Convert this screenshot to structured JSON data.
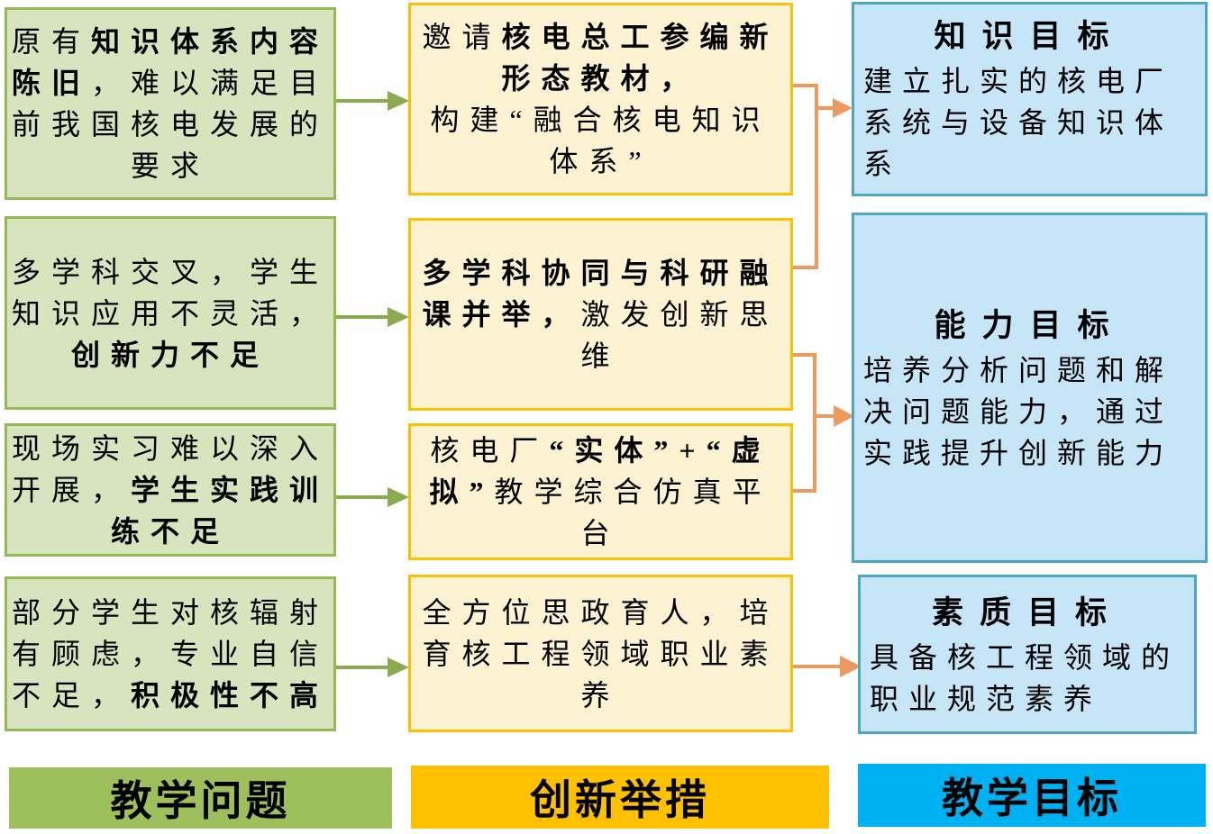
{
  "colors": {
    "green_fill": "#d8e4bd",
    "green_border": "#95b954",
    "green_arrow": "#8cab50",
    "yellow_fill": "#fdf3d2",
    "yellow_border": "#fdc101",
    "blue_fill": "#c6e6f8",
    "blue_border": "#4da7c4",
    "orange_arrow": "#ed9a60",
    "label_green_bg": "#9dc05c",
    "label_gold_bg": "#fdc101",
    "label_blue_bg": "#00b1f1",
    "text_color": "#000000"
  },
  "labels": {
    "problems": "教学问题",
    "measures": "创新举措",
    "objectives": "教学目标"
  },
  "problems": [
    {
      "segments": [
        {
          "t": "原有"
        },
        {
          "t": "知识体系内容陈旧"
        },
        {
          "t": "，难以满足目前我国核电发展的要求"
        }
      ]
    },
    {
      "segments": [
        {
          "t": "多学科交叉，学生知识应用不灵活，"
        },
        {
          "t": "创新力不足"
        }
      ]
    },
    {
      "segments": [
        {
          "t": "现场实习难以深入开展，"
        },
        {
          "t": "学生实践训练不足"
        }
      ]
    },
    {
      "segments": [
        {
          "t": "部分学生对核辐射有顾虑，专业自信不足，"
        },
        {
          "t": "积极性不高"
        }
      ]
    }
  ],
  "measures": [
    {
      "lines": [
        {
          "segments": [
            {
              "t": "邀请"
            },
            {
              "t": "核电总工参编新形态教材，"
            }
          ]
        },
        {
          "segments": [
            {
              "t": "构建“融合核电知识体系”"
            }
          ]
        }
      ]
    },
    {
      "lines": [
        {
          "segments": [
            {
              "t": "多学科协同与科研融课并举，"
            },
            {
              "t": "激发创新思维"
            }
          ]
        }
      ]
    },
    {
      "lines": [
        {
          "segments": [
            {
              "t": "核电厂"
            },
            {
              "t": "“实体”+“虚拟”"
            },
            {
              "t": "教学综合仿真平台"
            }
          ]
        }
      ]
    },
    {
      "lines": [
        {
          "segments": [
            {
              "t": "全方位思政育人，培育核工程领域职业素养"
            }
          ]
        }
      ]
    }
  ],
  "objectives": [
    {
      "title": "知识目标",
      "body": "建立扎实的核电厂系统与设备知识体系"
    },
    {
      "title": "能力目标",
      "body": "培养分析问题和解决问题能力，通过实践提升创新能力"
    },
    {
      "title": "素质目标",
      "body": "具备核工程领域的职业规范素养"
    }
  ]
}
